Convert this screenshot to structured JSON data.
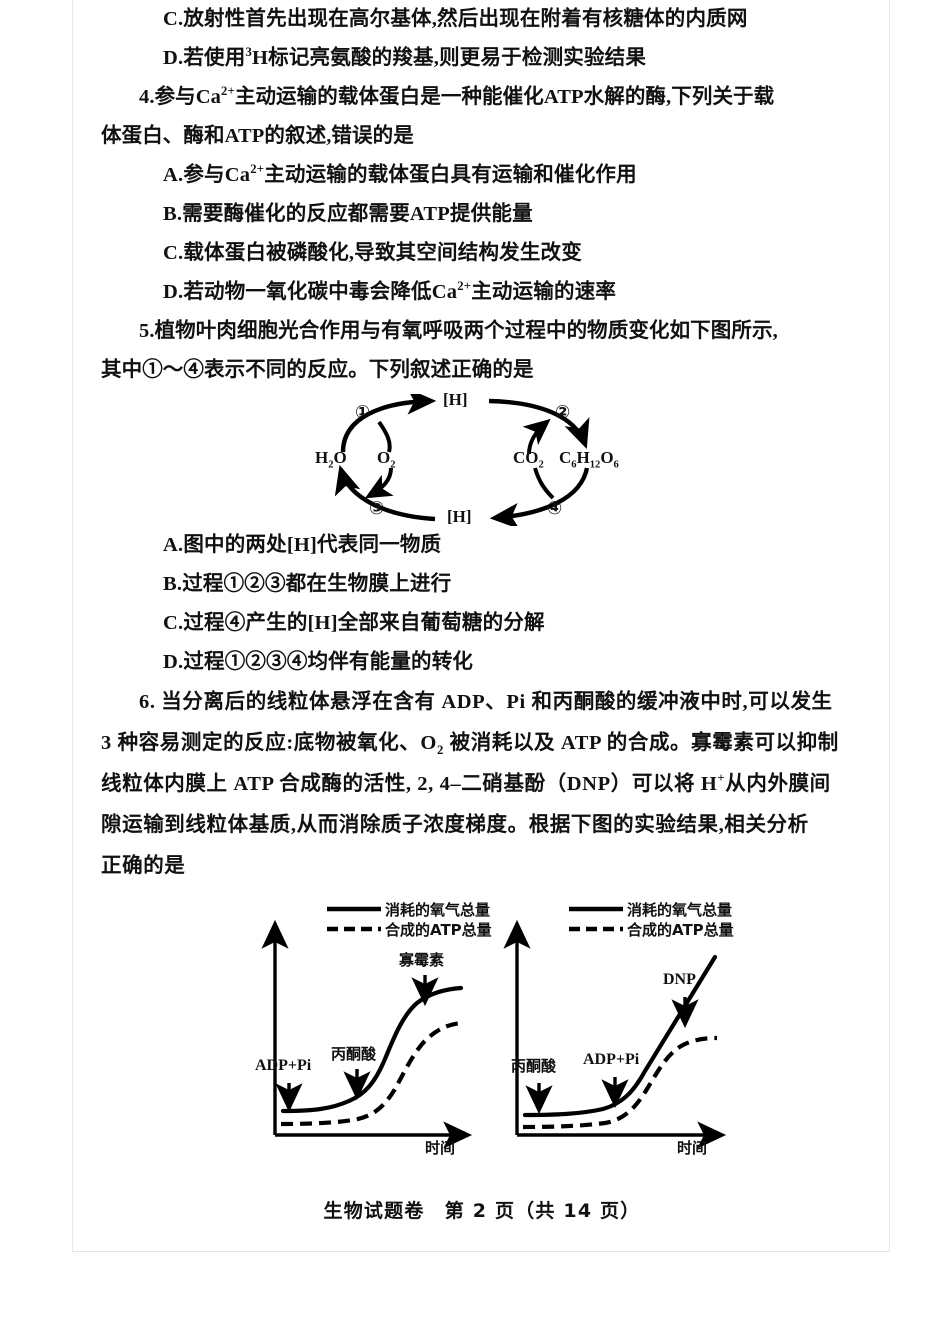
{
  "questions": [
    {
      "id": "q3-options-tail",
      "options": [
        {
          "label": "C.",
          "text": "放射性首先出现在高尔基体, 然后出现在附着有核糖体的内质网"
        },
        {
          "label": "D.",
          "text": "若使用 ³H 标记亮氨酸的羧基, 则更易于检测实验结果"
        }
      ]
    },
    {
      "id": "q4",
      "number": "4.",
      "stem_line1": "4. 参与 Ca²⁺ 主动运输的载体蛋白是一种能催化 ATP 水解的酶, 下列关于载",
      "stem_line2": "体蛋白、酶和 ATP 的叙述, 错误的是",
      "options": [
        {
          "label": "A.",
          "text": "参与 Ca²⁺ 主动运输的载体蛋白具有运输和催化作用"
        },
        {
          "label": "B.",
          "text": "需要酶催化的反应都需要 ATP 提供能量"
        },
        {
          "label": "C.",
          "text": "载体蛋白被磷酸化, 导致其空间结构发生改变"
        },
        {
          "label": "D.",
          "text": "若动物一氧化碳中毒会降低 Ca²⁺ 主动运输的速率"
        }
      ]
    },
    {
      "id": "q5",
      "number": "5.",
      "stem_line1": "5. 植物叶肉细胞光合作用与有氧呼吸两个过程中的物质变化如下图所示,",
      "stem_line2": "其中①～④表示不同的反应。下列叙述正确的是",
      "options": [
        {
          "label": "A.",
          "text": "图中的两处 [H] 代表同一物质"
        },
        {
          "label": "B.",
          "text": "过程①②③都在生物膜上进行"
        },
        {
          "label": "C.",
          "text": "过程④产生的 [H] 全部来自葡萄糖的分解"
        },
        {
          "label": "D.",
          "text": "过程①②③④均伴有能量的转化"
        }
      ]
    },
    {
      "id": "q6",
      "number": "6.",
      "lines": [
        "6. 当分离后的线粒体悬浮在含有 ADP、Pi 和丙酮酸的缓冲液中时, 可以发生",
        "3 种容易测定的反应: 底物被氧化、O₂ 被消耗以及 ATP 的合成。寡霉素可以抑制",
        "线粒体内膜上 ATP 合成酶的活性, 2, 4–二硝基酚 (DNP) 可以将 H⁺ 从内外膜间",
        "隙运输到线粒体基质, 从而消除质子浓度梯度。根据下图的实验结果, 相关分析",
        "正确的是"
      ]
    }
  ],
  "cycle_diagram": {
    "name": "photosynthesis-respiration-cycle",
    "top_node": "[H]",
    "bottom_node": "[H]",
    "left_nodes": [
      "H₂O",
      "O₂"
    ],
    "right_nodes": [
      "CO₂",
      "C₆H₁₂O₆"
    ],
    "process_numbers": [
      "①",
      "②",
      "③",
      "④"
    ],
    "num_1": "①",
    "num_2": "②",
    "num_3": "③",
    "num_4": "④",
    "h2o": "H₂O",
    "o2": "O₂",
    "co2": "CO₂",
    "glucose": "C₆H₁₂O₆"
  },
  "chart_data": [
    {
      "type": "line",
      "name": "oligomycin-experiment",
      "title": "",
      "xlabel": "时间",
      "ylabel": "",
      "legend": [
        {
          "name": "消耗的氧气总量",
          "style": "solid"
        },
        {
          "name": "合成的ATP总量",
          "style": "dashed"
        }
      ],
      "legend_position": "top",
      "grid": false,
      "xlim": [
        0,
        100
      ],
      "ylim": [
        0,
        100
      ],
      "annotations": [
        {
          "label": "ADP+Pi",
          "x": 8,
          "y": 30
        },
        {
          "label": "丙酮酸",
          "x": 33,
          "y": 46
        },
        {
          "label": "寡霉素",
          "x": 63,
          "y": 86
        }
      ],
      "series": [
        {
          "name": "消耗的氧气总量",
          "style": "solid",
          "x": [
            4,
            14,
            24,
            32,
            38,
            44,
            50,
            56,
            62,
            68,
            76,
            86,
            96
          ],
          "y": [
            14,
            14,
            15,
            17,
            21,
            28,
            39,
            51,
            61,
            67,
            71,
            72,
            72
          ]
        },
        {
          "name": "合成的ATP总量",
          "style": "dashed",
          "x": [
            4,
            14,
            24,
            32,
            38,
            44,
            50,
            56,
            62,
            68,
            76,
            86,
            96
          ],
          "y": [
            8,
            8,
            8,
            9,
            10,
            13,
            20,
            31,
            43,
            51,
            57,
            59,
            60
          ]
        }
      ]
    },
    {
      "type": "line",
      "name": "dnp-experiment",
      "title": "",
      "xlabel": "时间",
      "ylabel": "",
      "legend": [
        {
          "name": "消耗的氧气总量",
          "style": "solid"
        },
        {
          "name": "合成的ATP总量",
          "style": "dashed"
        }
      ],
      "legend_position": "top",
      "grid": false,
      "xlim": [
        0,
        100
      ],
      "ylim": [
        0,
        100
      ],
      "annotations": [
        {
          "label": "丙酮酸",
          "x": 10,
          "y": 32
        },
        {
          "label": "ADP+Pi",
          "x": 34,
          "y": 32
        },
        {
          "label": "DNP",
          "x": 66,
          "y": 72
        }
      ],
      "series": [
        {
          "name": "消耗的氧气总量",
          "style": "solid",
          "x": [
            6,
            16,
            26,
            34,
            42,
            50,
            58,
            64,
            72,
            82,
            92
          ],
          "y": [
            12,
            12,
            13,
            14,
            19,
            30,
            44,
            54,
            67,
            83,
            96
          ]
        },
        {
          "name": "合成的ATP总量",
          "style": "dashed",
          "x": [
            6,
            16,
            26,
            34,
            42,
            50,
            58,
            64,
            72,
            82,
            92
          ],
          "y": [
            6,
            6,
            6,
            7,
            11,
            21,
            33,
            42,
            50,
            53,
            54
          ]
        }
      ]
    }
  ],
  "footer": {
    "text": "生物试题卷　第 2 页（共 14 页）"
  }
}
